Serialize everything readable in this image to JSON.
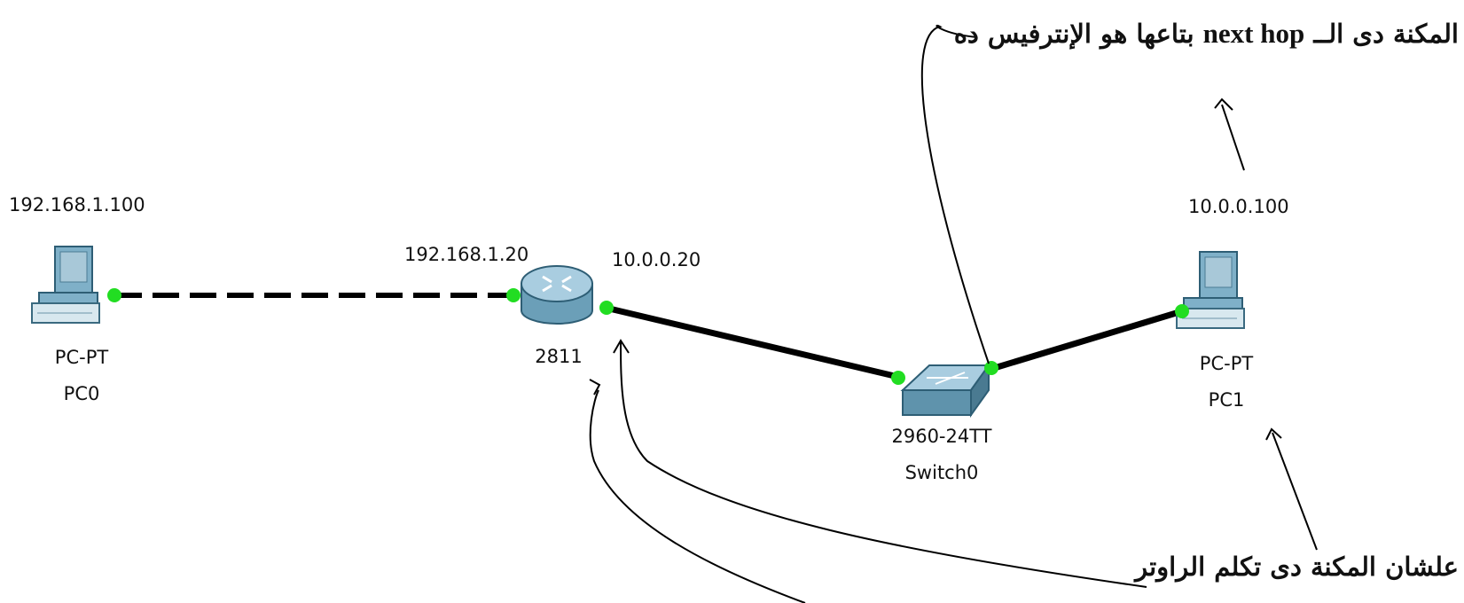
{
  "devices": {
    "pc0": {
      "ip": "192.168.1.100",
      "model": "PC-PT",
      "name": "PC0"
    },
    "router": {
      "left_ip": "192.168.1.20",
      "right_ip": "10.0.0.20",
      "model": "2811"
    },
    "switch": {
      "model": "2960-24TT",
      "name": "Switch0"
    },
    "pc1": {
      "ip": "10.0.0.100",
      "model": "PC-PT",
      "name": "PC1"
    }
  },
  "annotations": {
    "next_hop": {
      "prefix": "المكنة دى الــ",
      "english": "next hop",
      "suffix": "بتاعها هو الإنترفيس ده"
    },
    "router_talk": "علشان المكنة دى تكلم الراوتر"
  },
  "colors": {
    "port": "#22dd22",
    "cable": "#000000",
    "device_body": "#7fb0c8",
    "screen": "#a8c8d8"
  }
}
